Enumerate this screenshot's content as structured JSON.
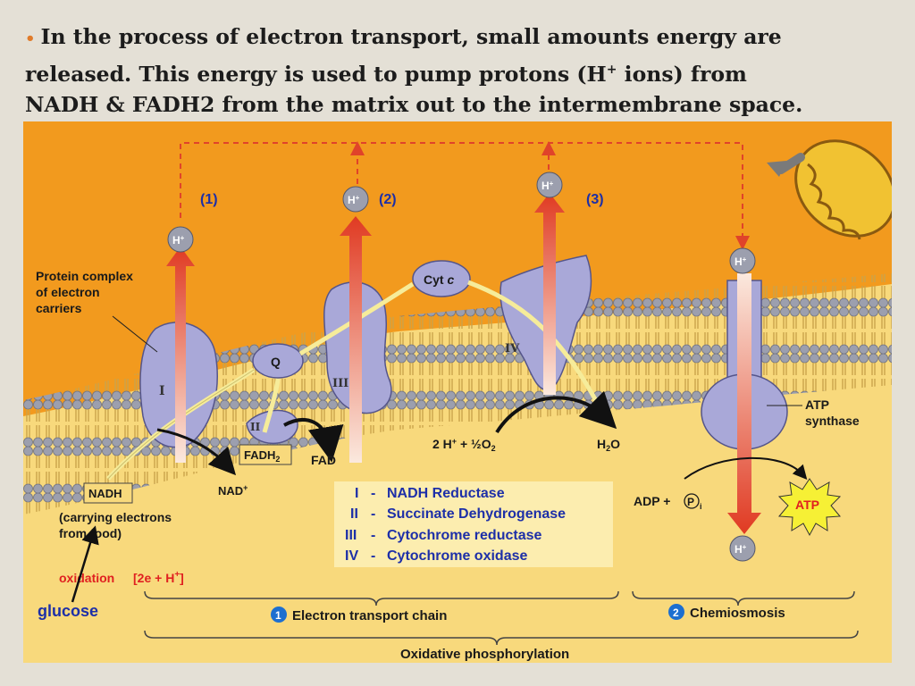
{
  "heading": {
    "line1": "In the process of electron transport, small amounts energy are",
    "line2": "released.  This energy is used to pump protons (H",
    "line2_sup": "+",
    "line2_end": " ions) from",
    "line3": "NADH & FADH2 from the matrix out to the intermembrane space."
  },
  "diagram": {
    "step1": "(1)",
    "step2": "(2)",
    "step3": "(3)",
    "h_ion": "H",
    "h_sup": "+",
    "protein_complex_label": [
      "Protein complex",
      "of electron",
      "carriers"
    ],
    "q": "Q",
    "cyt_c": "Cyt",
    "cyt_c_italic": "c",
    "complex_i": "I",
    "complex_ii": "II",
    "complex_iii": "III",
    "complex_iv": "IV",
    "fadh2": "FADH",
    "fadh2_sub": "2",
    "fad": "FAD",
    "nadh": "NADH",
    "nad_plus": "NAD",
    "nad_sup": "+",
    "carrying": [
      "(carrying electrons",
      "from food)"
    ],
    "oxidation": "oxidation",
    "electrons": "[2e + H",
    "electrons_sup": "+",
    "electrons_end": "]",
    "glucose": "glucose",
    "water_rxn": "2 H",
    "water_rxn_sup": "+",
    "water_rxn_end": " + ½O",
    "water_rxn_sub": "2",
    "h2o": "H",
    "h2o_sub": "2",
    "h2o_end": "O",
    "atp_synthase": [
      "ATP",
      "synthase"
    ],
    "adp": "ADP + ",
    "pi": "P",
    "pi_sub": "i",
    "atp": "ATP",
    "legend": [
      {
        "num": "I",
        "name": "NADH Reductase"
      },
      {
        "num": "II",
        "name": "Succinate Dehydrogenase"
      },
      {
        "num": "III",
        "name": "Cytochrome reductase"
      },
      {
        "num": "IV",
        "name": "Cytochrome oxidase"
      }
    ],
    "legend_sep": "-",
    "etc_num": "1",
    "etc": "Electron transport chain",
    "chemi_num": "2",
    "chemiosmosis": "Chemiosmosis",
    "oxphos": "Oxidative phosphorylation"
  },
  "colors": {
    "intermembrane": "#f29a1e",
    "matrix": "#f8d97c",
    "protein": "#a9a8d8",
    "arrow_red": "#e0432a",
    "legend_text": "#1d2fa8"
  }
}
